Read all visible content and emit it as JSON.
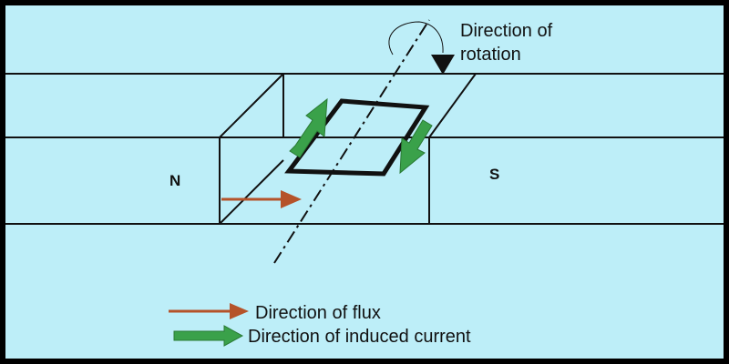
{
  "labels": {
    "rotation_line1": "Direction of",
    "rotation_line2": "rotation",
    "pole_north": "N",
    "pole_south": "S"
  },
  "legend": {
    "flux_label": "Direction of flux",
    "current_label": "Direction of induced current"
  },
  "colors": {
    "background": "#bdeef8",
    "border": "#000000",
    "line": "#111111",
    "flux_arrow": "#b5532a",
    "current_arrow": "#3aa14a",
    "current_arrow_edge": "#2a7a35"
  }
}
